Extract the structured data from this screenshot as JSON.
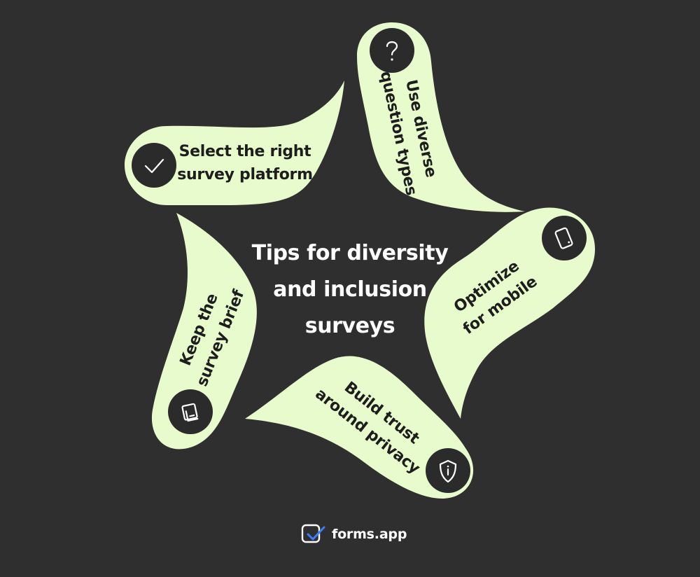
{
  "title": {
    "lines": [
      "Tips for diversity",
      "and inclusion",
      "surveys"
    ]
  },
  "tips": [
    {
      "id": "select-platform",
      "lines": [
        "Select the right",
        "survey platform"
      ],
      "icon": "checkmark-icon"
    },
    {
      "id": "question-types",
      "lines": [
        "Use diverse",
        "question types"
      ],
      "icon": "question-mark-icon"
    },
    {
      "id": "optimize-mobile",
      "lines": [
        "Optimize",
        "for mobile"
      ],
      "icon": "mobile-phone-icon"
    },
    {
      "id": "build-trust",
      "lines": [
        "Build trust",
        "around privacy"
      ],
      "icon": "shield-icon"
    },
    {
      "id": "keep-brief",
      "lines": [
        "Keep the",
        "survey brief"
      ],
      "icon": "document-icon"
    }
  ],
  "brand": {
    "name": "forms.app",
    "icon": "forms-app-logo-icon"
  },
  "colors": {
    "background": "#2f2f2f",
    "petal": "#e7fbcc",
    "icon_circle": "#2b2b2b",
    "title_text": "#ffffff",
    "petal_text": "#1d1d1d",
    "brand_accent": "#3e7bff"
  }
}
